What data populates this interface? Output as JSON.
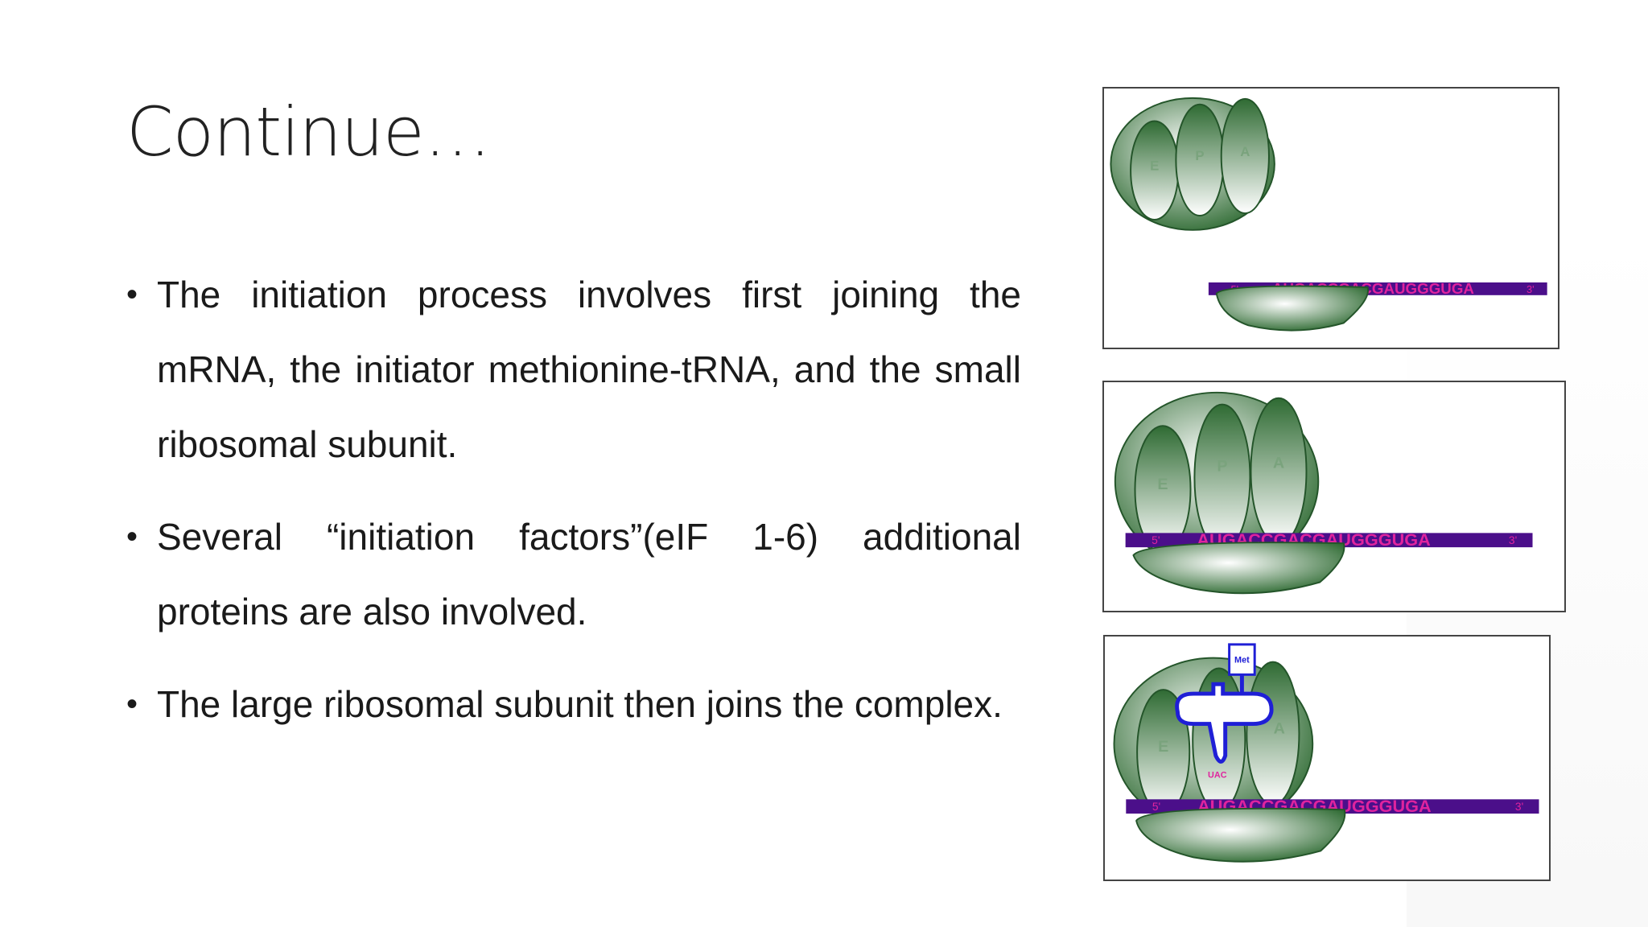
{
  "slide": {
    "title": "Continue…",
    "bullets": [
      "The initiation process involves first joining the mRNA, the initiator methionine-tRNA, and the small ribosomal subunit.",
      "Several “initiation factors”(eIF 1-6) additional proteins are also involved.",
      "The large ribosomal subunit then joins the complex."
    ]
  },
  "diagram": {
    "site_labels": [
      "E",
      "P",
      "A"
    ],
    "mrna_sequence": "AUGACCGACGAUGGGUGA",
    "five_prime": "5'",
    "three_prime": "3'",
    "trna_amino_acid": "Met",
    "anticodon": "UAC",
    "colors": {
      "ribosome_dark": "#2f6b33",
      "ribosome_light": "#ffffff",
      "mrna_bar": "#4b0f8a",
      "mrna_text": "#e0239e",
      "trna": "#1f1fd6"
    }
  }
}
